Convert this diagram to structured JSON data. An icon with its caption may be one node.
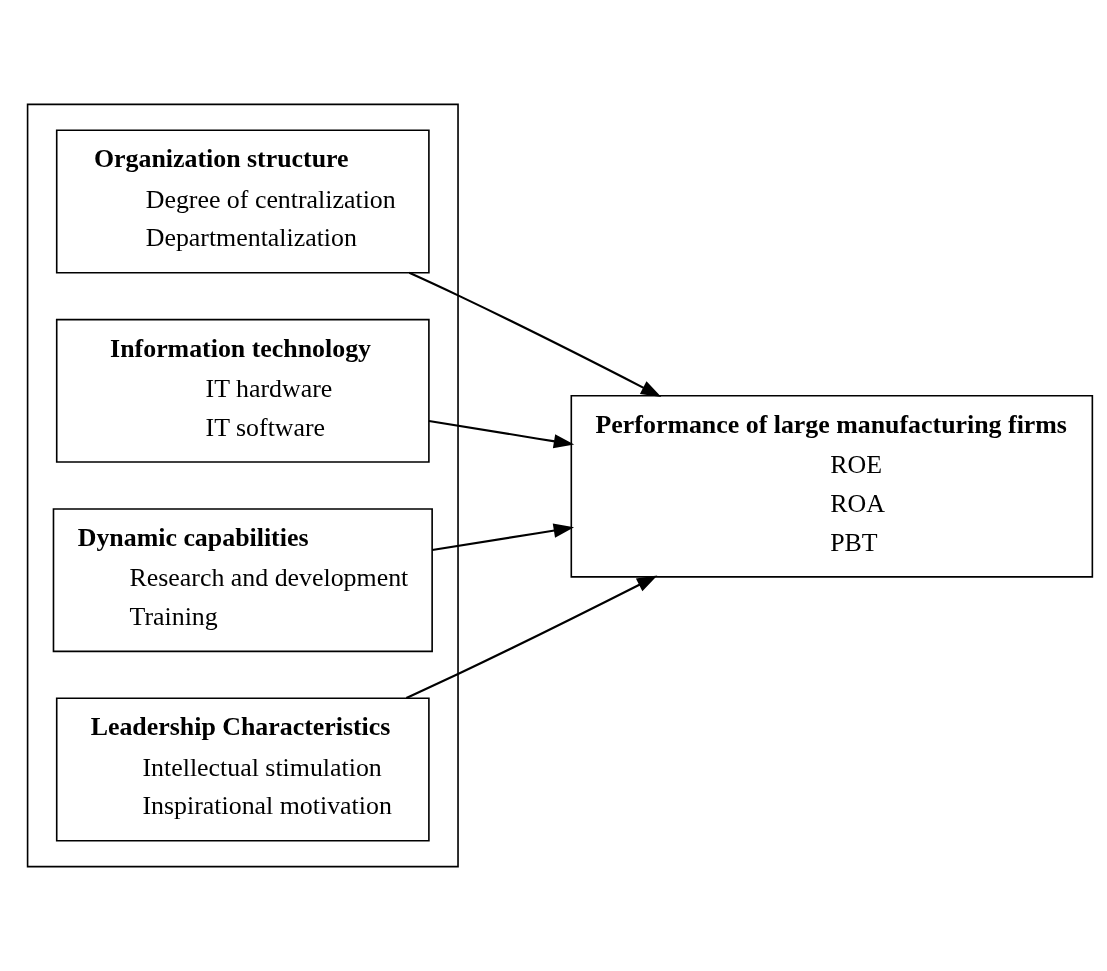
{
  "diagram": {
    "nodes": [
      {
        "text": [],
        "shape": "box"
      },
      {
        "text": [
          "Organization structure",
          "Degree of centralization",
          "Departmentalization"
        ],
        "in": 0
      },
      {
        "text": [
          "Information technology",
          "IT hardware",
          "IT software"
        ],
        "in": 0
      },
      {
        "text": [
          "Dynamic capabilities",
          "Research and development",
          "Training"
        ],
        "in": 0
      },
      {
        "text": [
          "Leadership Characteristics",
          "Intellectual stimulation",
          "Inspirational motivation"
        ],
        "in": 0
      },
      {
        "text": [
          "Performance of large manufacturing firms",
          "ROE",
          "ROA",
          "PBT"
        ]
      }
    ],
    "edges": [
      {
        "from": 1,
        "to": 5,
        "arrow": "to"
      },
      {
        "from": 2,
        "to": 5,
        "arrow": "to"
      },
      {
        "from": 3,
        "to": 5,
        "arrow": "to"
      },
      {
        "from": 4,
        "to": 5,
        "arrow": "to"
      }
    ]
  }
}
